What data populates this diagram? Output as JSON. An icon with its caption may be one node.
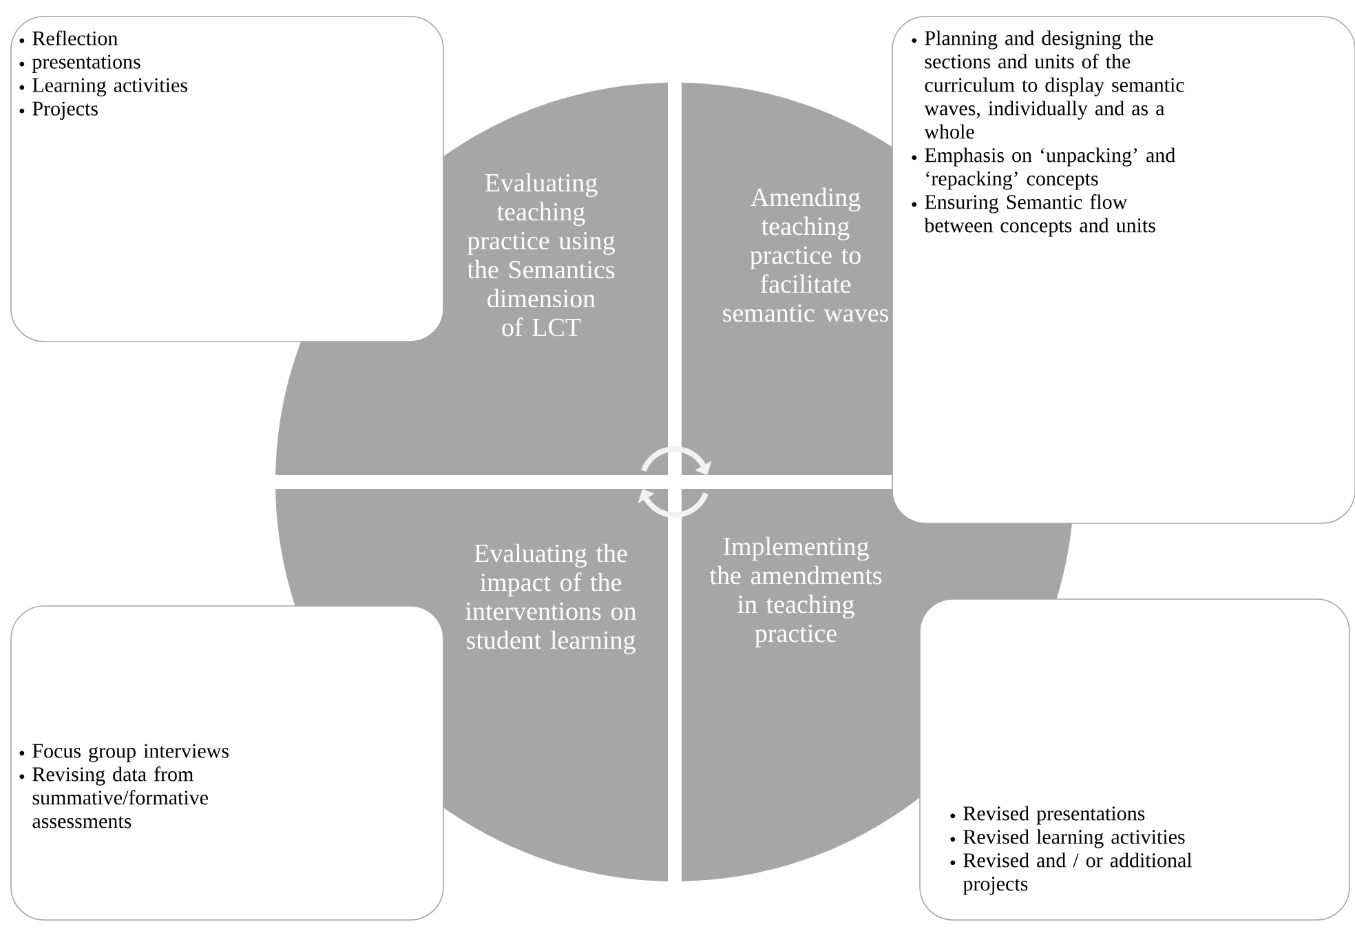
{
  "diagram": {
    "nodes": [
      {
        "text": [
          "Reflection",
          "presentations",
          "Learning activities",
          "Projects"
        ]
      },
      {
        "text": [
          "Evaluating teaching practice using the Semantics dimension of LCT"
        ]
      },
      {
        "text": [
          "Amending teaching practice to facilitate semantic waves"
        ]
      },
      {
        "text": [
          "Planning and designing the sections and units of the curriculum to display semantic waves, individually and as a whole",
          "Emphasis on ‘unpacking’ and ‘repacking’ concepts",
          "Ensuring Semantic flow between concepts and units"
        ]
      },
      {
        "text": [
          "Focus group interviews",
          "Revising data from summative/formative assessments"
        ]
      },
      {
        "text": [
          "Evaluating the impact of the interventions on student learning"
        ]
      },
      {
        "text": [
          "Implementing the amendments in teaching practice"
        ]
      },
      {
        "text": [
          "Revised presentations",
          "Revised learning activities",
          "Revised and / or additional projects"
        ]
      }
    ]
  }
}
